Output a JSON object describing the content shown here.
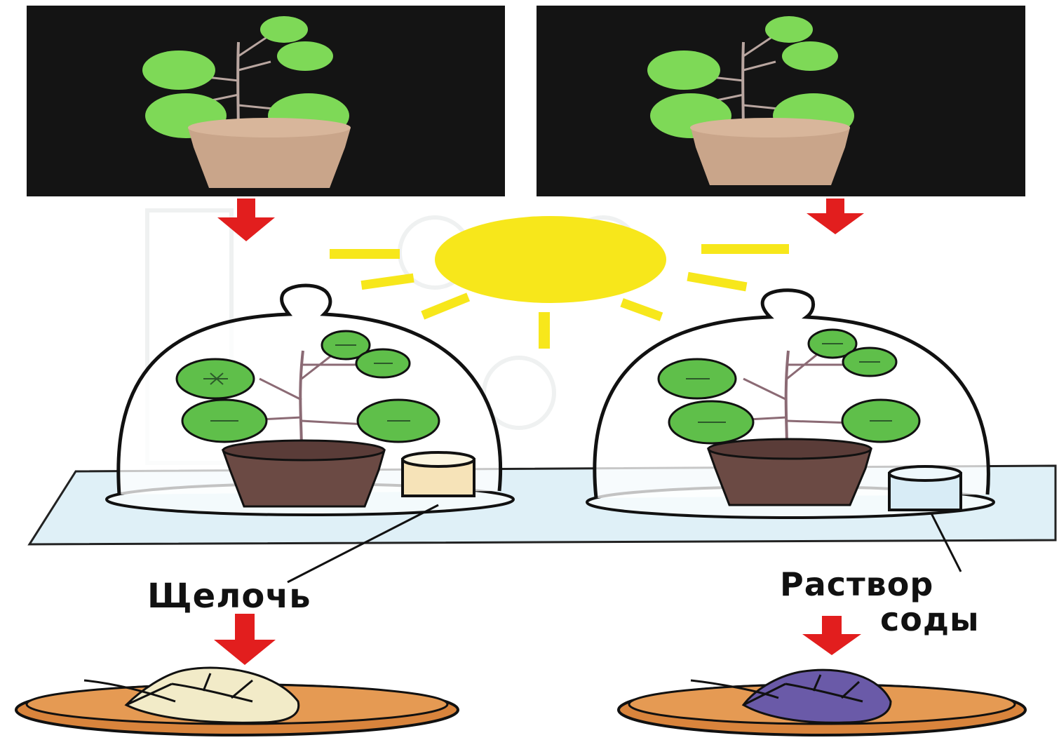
{
  "labels": {
    "alkali": "Щелочь",
    "soda_line1": "Раствор",
    "soda_line2": "соды"
  },
  "colors": {
    "panel_background": "#141414",
    "leaf_bright": "#7ed957",
    "leaf_dark": "#5fbf4a",
    "pot_light": "#c9a58a",
    "pot_dark": "#6b4a44",
    "arrow": "#e21e1e",
    "sun": "#f7e71b",
    "glass_outline": "#111111",
    "tray": "#dff0f7",
    "dish": "#d9843c",
    "leaf_pale": "#f2ebc8",
    "leaf_purple": "#6a5aa8"
  },
  "icons": [
    "plant-in-dark-icon",
    "down-arrow-icon",
    "sun-icon",
    "glass-bell-jar-icon",
    "beaker-icon",
    "petri-dish-icon"
  ]
}
